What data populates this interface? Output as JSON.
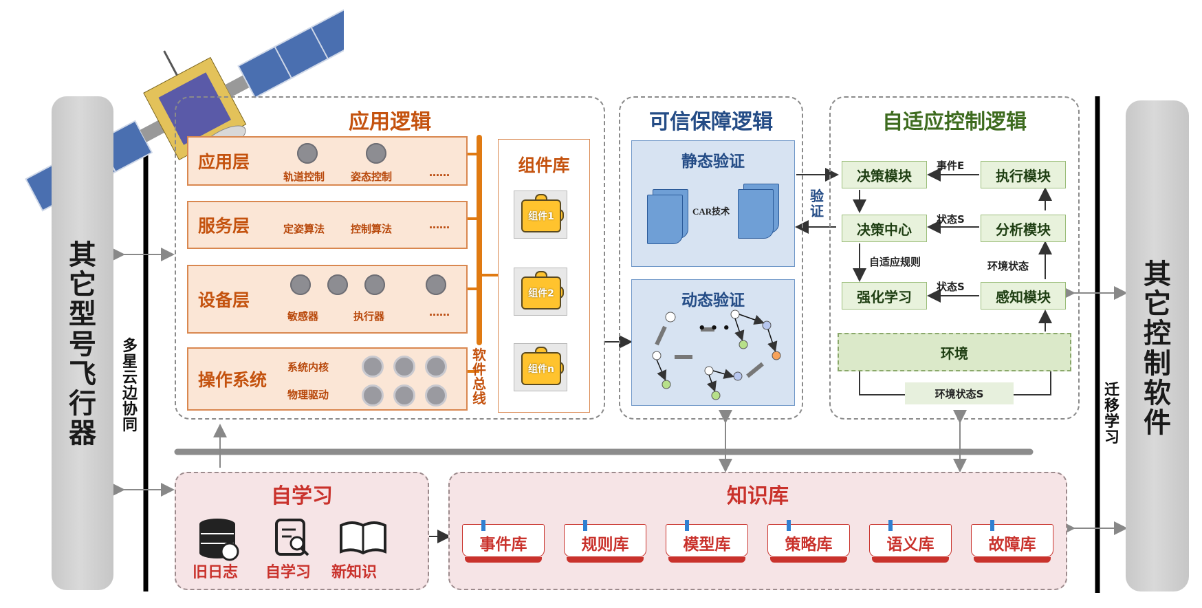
{
  "left_side": {
    "label": "其它型号飞行器",
    "bus_label": "多星云边协同"
  },
  "right_side": {
    "label": "其它控制软件",
    "bus_label": "迁移学习"
  },
  "app_logic": {
    "title": "应用逻辑",
    "layers": [
      {
        "name": "应用层",
        "items": [
          "轨道控制",
          "姿态控制",
          "……"
        ]
      },
      {
        "name": "服务层",
        "items": [
          "定姿算法",
          "控制算法",
          "……"
        ]
      },
      {
        "name": "设备层",
        "items": [
          "敏感器",
          "执行器",
          "……"
        ]
      },
      {
        "name": "操作系统",
        "items": [
          "系统内核",
          "物理驱动"
        ]
      }
    ],
    "bus": "软件总线",
    "component_lib": {
      "title": "组件库",
      "components": [
        "组件1",
        "组件2",
        "组件n"
      ]
    }
  },
  "trust_logic": {
    "title": "可信保障逻辑",
    "static": {
      "title": "静态验证",
      "tech": "CAR技术"
    },
    "dynamic": {
      "title": "动态验证",
      "dots": "• • •"
    },
    "verify_label": "验证"
  },
  "adaptive_logic": {
    "title": "自适应控制逻辑",
    "modules": {
      "decision_module": "决策模块",
      "exec_module": "执行模块",
      "decision_center": "决策中心",
      "analysis_module": "分析模块",
      "rl": "强化学习",
      "perception": "感知模块",
      "env": "环境"
    },
    "labels": {
      "event": "事件E",
      "state1": "状态S",
      "state2": "状态S",
      "rules": "自适应规则",
      "env_state": "环境状态",
      "env_state_s": "环境状态S"
    }
  },
  "self_learning": {
    "title": "自学习",
    "items": [
      "旧日志",
      "自学习",
      "新知识"
    ]
  },
  "knowledge_base": {
    "title": "知识库",
    "books": [
      "事件库",
      "规则库",
      "模型库",
      "策略库",
      "语义库",
      "故障库"
    ]
  },
  "colors": {
    "orange": "#c4520e",
    "blue": "#244c86",
    "green": "#3d6b1e",
    "red": "#c9322c"
  }
}
